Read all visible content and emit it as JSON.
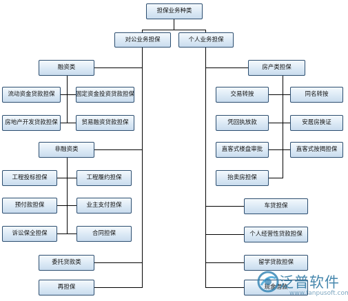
{
  "diagram": {
    "root": "担保业务种类",
    "corporate": {
      "label": "对公业务担保",
      "financing": {
        "label": "融资类",
        "items": [
          "流动资金贷款担保",
          "固定资金投资贷款担保",
          "房地产开发贷款担保",
          "贸易融资贷款担保"
        ]
      },
      "non_financing": {
        "label": "非融资类",
        "items": [
          "工程投标担保",
          "工程履约担保",
          "预付款担保",
          "业主支付担保",
          "诉讼保全担保",
          "合同担保"
        ]
      },
      "entrusted": "委托贷款类",
      "reguarantee": "再担保"
    },
    "personal": {
      "label": "个人业务担保",
      "real_estate": {
        "label": "房产类担保",
        "items": [
          "交易转按",
          "同名转按",
          "凭回执放款",
          "安居房换证",
          "直客式楼盘审批",
          "直客式按揭担保",
          "抬卖房担保"
        ]
      },
      "car": "车贷担保",
      "business": "个人经营性贷款担保",
      "study": "留学贷款担保",
      "cash": "现金借款"
    }
  },
  "watermark": {
    "brand": "泛普软件",
    "url": "www.fanpusoft.com"
  }
}
